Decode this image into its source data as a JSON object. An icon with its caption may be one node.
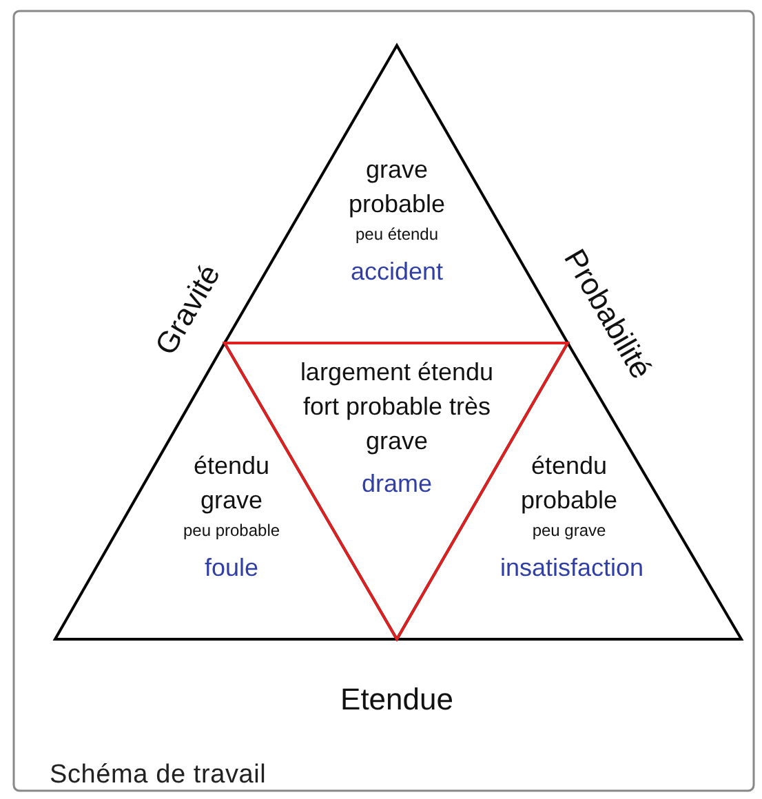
{
  "diagram": {
    "caption": "Schéma de travail",
    "nodes": [
      {
        "text": [
          "grave probable",
          "peu étendu",
          "accident"
        ]
      },
      {
        "text": [
          "étendu grave",
          "peu probable",
          "foule"
        ]
      },
      {
        "text": [
          "largement étendu fort probable très grave",
          "drame"
        ]
      },
      {
        "text": [
          "étendu probable",
          "peu grave",
          "insatisfaction"
        ]
      }
    ],
    "labels": [
      "Gravité",
      "Probabilité",
      "Etendue"
    ]
  }
}
